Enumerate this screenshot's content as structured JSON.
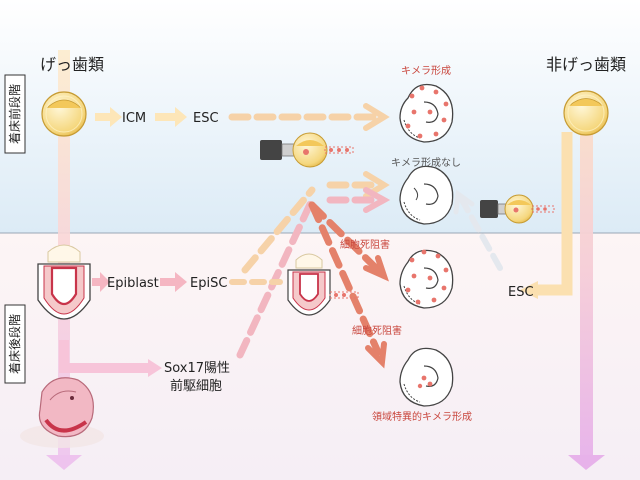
{
  "headers": {
    "rodent": "げっ歯類",
    "non_rodent": "非げっ歯類"
  },
  "stages": {
    "pre_implantation": "着床前段階",
    "post_implantation": "着床後段階"
  },
  "cells": {
    "icm": "ICM",
    "esc_rodent": "ESC",
    "epiblast": "Epiblast",
    "episc": "EpiSC",
    "sox17_line1": "Sox17陽性",
    "sox17_line2": "前駆細胞",
    "esc_non_rodent": "ESC"
  },
  "outcomes": {
    "chimera": "キメラ形成",
    "no_chimera": "キメラ形成なし",
    "cell_death_1": "細胞死阻害",
    "cell_death_2": "細胞死阻害",
    "regional_chimera": "領域特異的キメラ形成"
  },
  "colors": {
    "pre_bg_top": "#ffffff",
    "pre_bg_bottom": "#dcebf6",
    "post_bg_top": "#fdf5f5",
    "post_bg_bottom": "#f5eef5",
    "rodent_arrow": "#f7c9d6",
    "non_rodent_arrow": "#e8b4e6",
    "icm_arrow": "#fde6b8",
    "embryo_red": "#c8344a",
    "chimera_dot": "#e8756c",
    "arrow_orange": "#f6d2a8",
    "arrow_red": "#e4816a",
    "arrow_pink": "#f2b6c0",
    "label_red": "#c9473e"
  }
}
